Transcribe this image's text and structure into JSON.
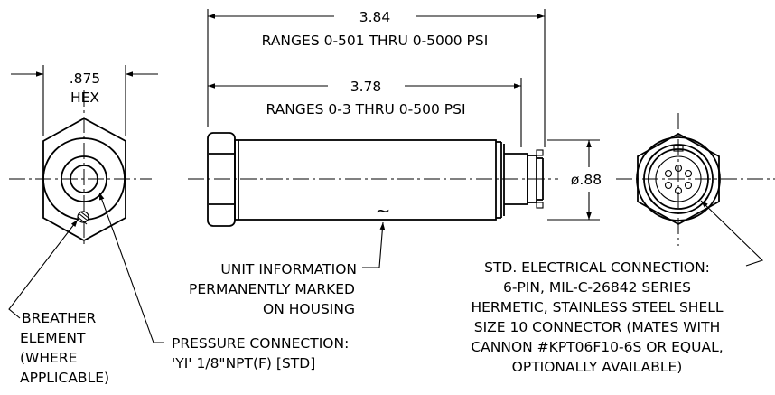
{
  "dimensions": {
    "hex_width": ".875",
    "hex_label": "HEX",
    "long_length": "3.84",
    "long_ranges": "RANGES 0-501 THRU 0-5000 PSI",
    "short_length": "3.78",
    "short_ranges": "RANGES 0-3 THRU 0-500 PSI",
    "diameter": "ø.88",
    "tilde": "~"
  },
  "notes": {
    "unit_info": [
      "UNIT INFORMATION",
      "PERMANENTLY MARKED",
      "ON HOUSING"
    ],
    "breather": [
      "BREATHER",
      "ELEMENT",
      "(WHERE",
      "APPLICABLE)"
    ],
    "pressure": [
      "PRESSURE CONNECTION:",
      "'YI' 1/8\"NPT(F) [STD]"
    ],
    "electrical": [
      "STD. ELECTRICAL CONNECTION:",
      "6-PIN, MIL-C-26842 SERIES",
      "HERMETIC, STAINLESS STEEL SHELL",
      "SIZE 10 CONNECTOR (MATES WITH",
      "CANNON #KPT06F10-6S OR EQUAL,",
      "OPTIONALLY AVAILABLE)"
    ]
  }
}
